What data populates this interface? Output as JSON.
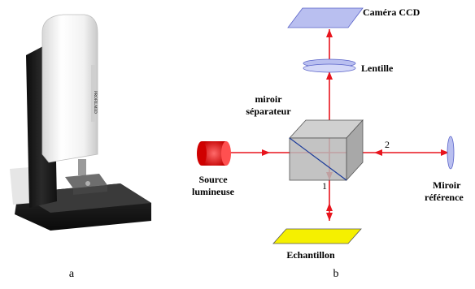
{
  "panels": {
    "a": {
      "caption": "a"
    },
    "b": {
      "caption": "b"
    }
  },
  "diagram": {
    "labels": {
      "camera": "Caméra CCD",
      "lens": "Lentille",
      "splitter_line1": "miroir",
      "splitter_line2": "séparateur",
      "source_line1": "Source",
      "source_line2": "lumineuse",
      "ref_mirror_line1": "Miroir",
      "ref_mirror_line2": "référence",
      "sample": "Echantillon",
      "path_1": "1",
      "path_2": "2"
    },
    "colors": {
      "beam": "#e8141d",
      "optics": "#b9bff0",
      "optics_edge": "#5a63c8",
      "source": "#e01010",
      "sample": "#f5f000",
      "cube_face": "#b8b8b8"
    }
  },
  "microscope": {
    "brand_text": "PROFILM3D"
  }
}
